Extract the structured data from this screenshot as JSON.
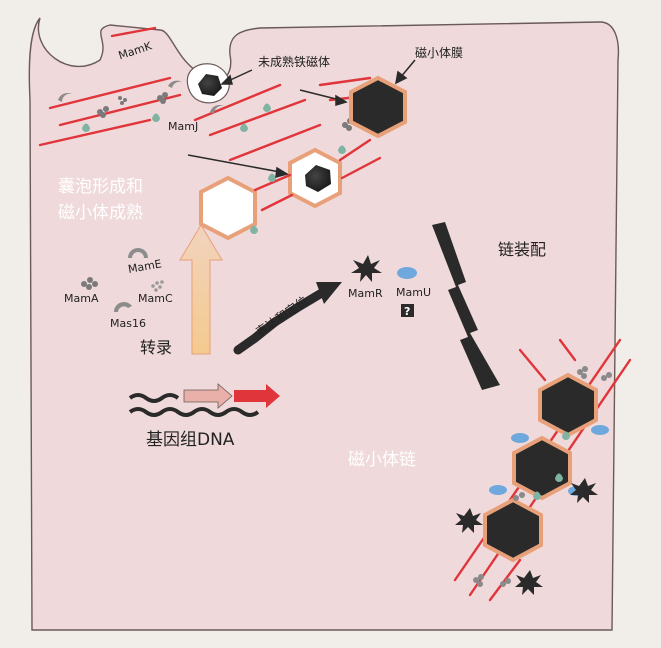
{
  "colors": {
    "cell_fill": "#efd9db",
    "cell_edge": "#6a5a58",
    "membrane": "#e8a079",
    "magnetite": "#2a2a2a",
    "filament": "#e0353a",
    "protein_mamU": "#6fa8dc",
    "transcription_arrow": "#f5c98a"
  },
  "labels": {
    "mamK": "MamK",
    "immature_magnetosome": "未成熟铁磁体",
    "magnetosome_membrane": "磁小体膜",
    "mamJ": "MamJ",
    "vesicle_formation_line1": "囊泡形成和",
    "vesicle_formation_line2": "磁小体成熟",
    "chain_assembly": "链装配",
    "mamE": "MamE",
    "mamA": "MamA",
    "mamC": "MamC",
    "mas16": "Mas16",
    "expression": "表达和定位",
    "mamR": "MamR",
    "mamU": "MamU",
    "unknown": "?",
    "transcription": "转录",
    "genome_dna": "基因组DNA",
    "magnetosome_chain": "磁小体链"
  },
  "icons": {
    "arrow": "arrow-icon",
    "question": "question-icon",
    "star_protein": "star-protein-icon"
  }
}
